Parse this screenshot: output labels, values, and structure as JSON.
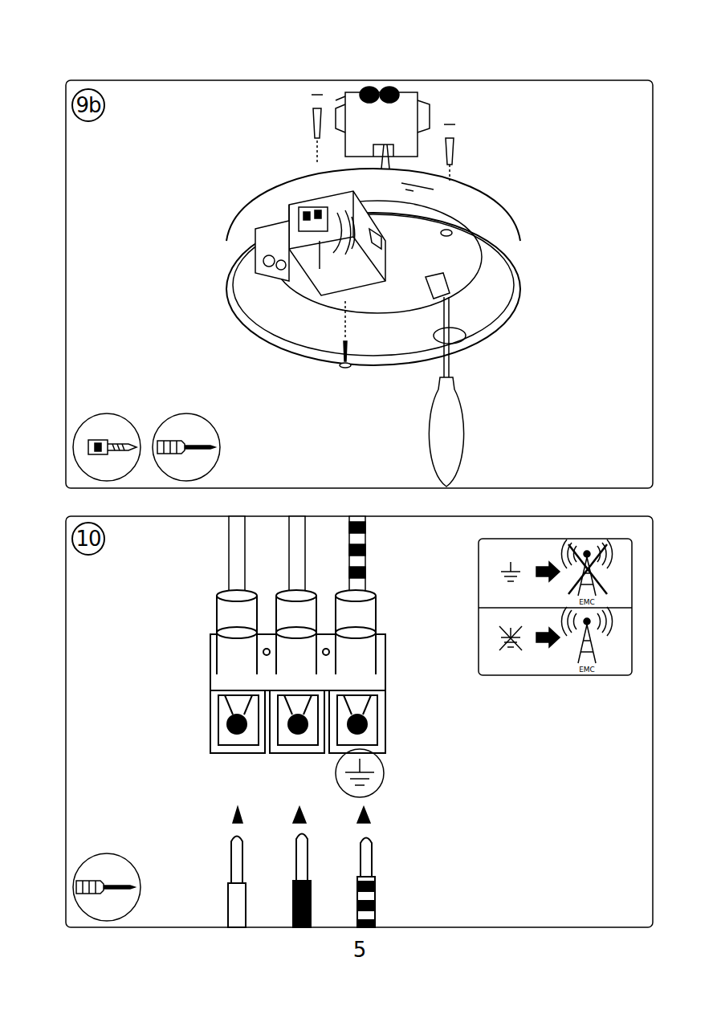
{
  "diagram": {
    "nodes": [
      {
        "text": [
          "9b"
        ]
      },
      {
        "text": [
          "10"
        ]
      }
    ],
    "labels": [
      "EMC",
      "EMC",
      "5"
    ]
  }
}
